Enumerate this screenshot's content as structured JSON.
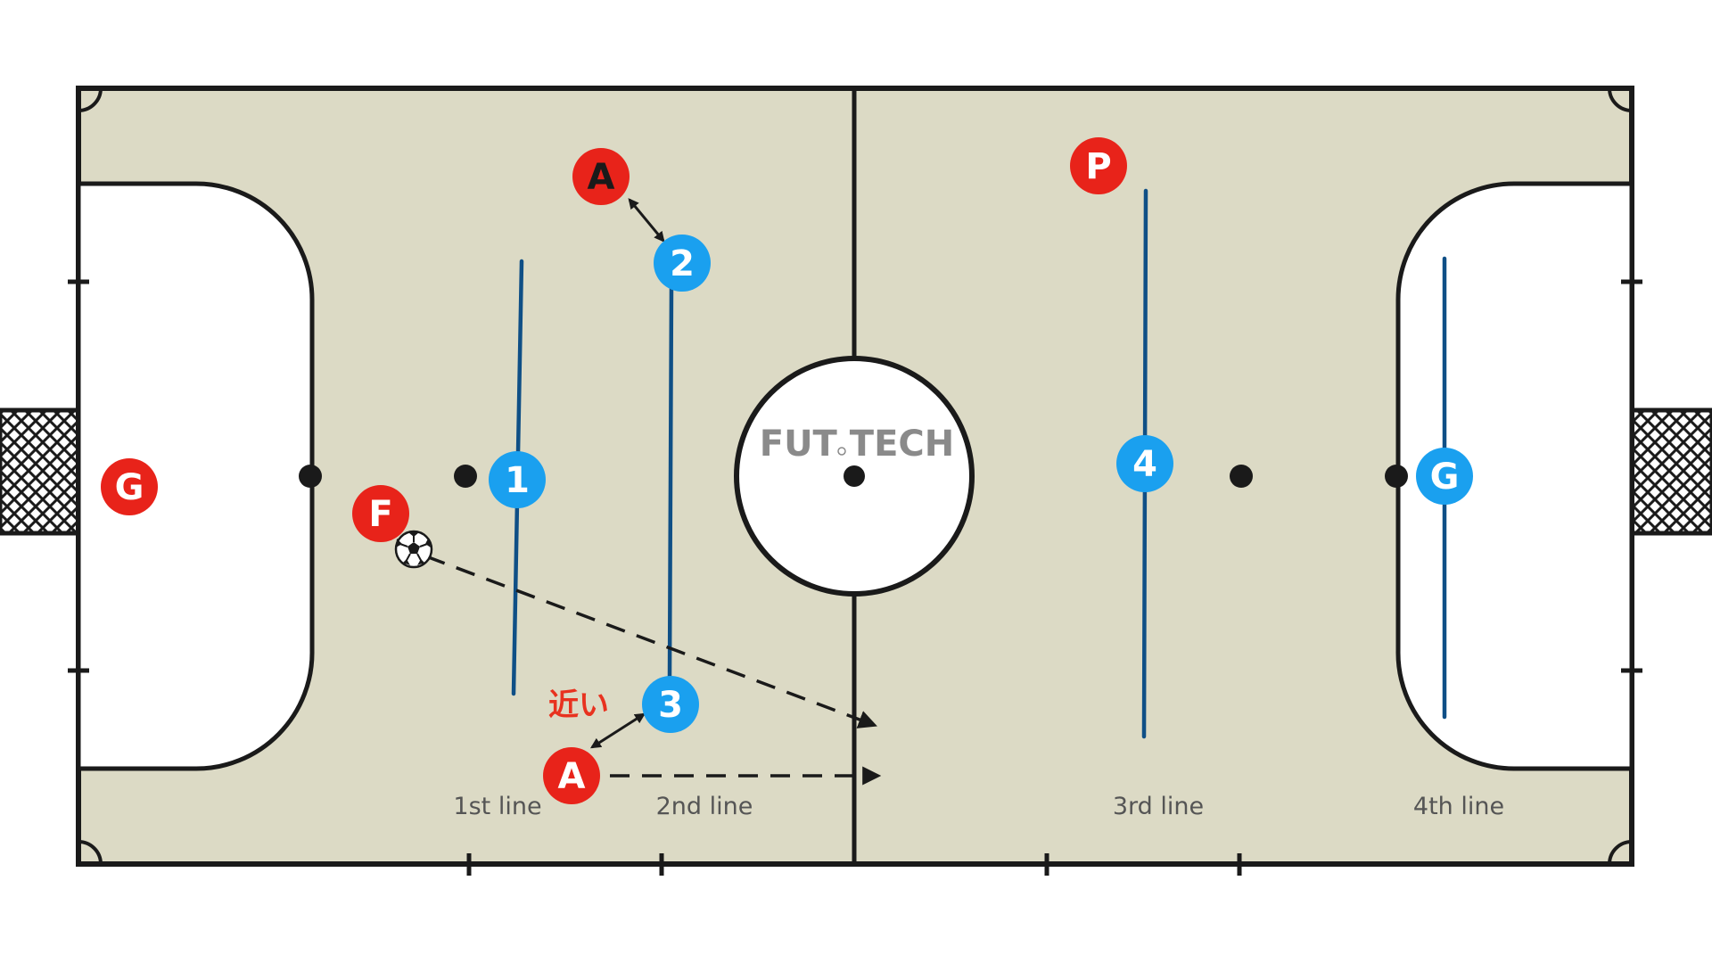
{
  "brand": {
    "prefix": "FUT",
    "suffix": "TECH"
  },
  "colors": {
    "court": "#dcdac5",
    "attacker": "#e8231a",
    "defender": "#1aa0ef",
    "defense_line": "#0f4f86",
    "court_line": "#1a1a1a"
  },
  "players": {
    "gk_left": "G",
    "pivot": "P",
    "attacker_top": "A",
    "attacker_bottom": "A",
    "fixo": "F",
    "def1": "1",
    "def2": "2",
    "def3": "3",
    "def4": "4",
    "gk_right": "G"
  },
  "lines": {
    "first": "1st line",
    "second": "2nd line",
    "third": "3rd line",
    "fourth": "4th line"
  },
  "annotation": {
    "close": "近い"
  },
  "icons": {
    "ball": "soccer-ball-icon",
    "goal": "goal-net-icon"
  }
}
